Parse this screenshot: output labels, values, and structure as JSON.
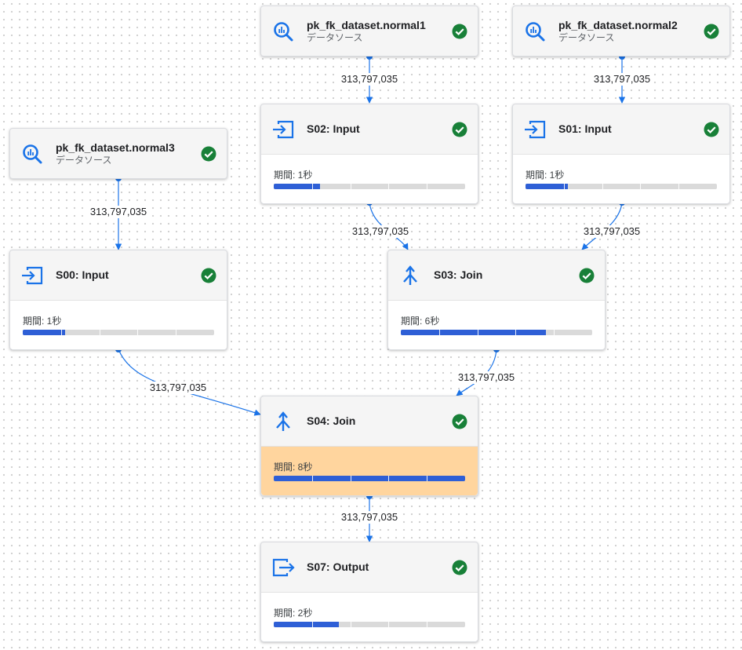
{
  "colors": {
    "edge": "#1a73e8",
    "progress": "#2e5fd6",
    "status_ok": "#188038",
    "highlight": "#ffd59e"
  },
  "nodes": {
    "src_normal1": {
      "title": "pk_fk_dataset.normal1",
      "subtitle": "データソース",
      "icon": "bigquery-icon",
      "status": "check-circle-icon"
    },
    "src_normal2": {
      "title": "pk_fk_dataset.normal2",
      "subtitle": "データソース",
      "icon": "bigquery-icon",
      "status": "check-circle-icon"
    },
    "src_normal3": {
      "title": "pk_fk_dataset.normal3",
      "subtitle": "データソース",
      "icon": "bigquery-icon",
      "status": "check-circle-icon"
    },
    "s02": {
      "title": "S02: Input",
      "duration": "期間: 1秒",
      "progress": 0.24,
      "icon": "input-icon",
      "status": "check-circle-icon"
    },
    "s01": {
      "title": "S01: Input",
      "duration": "期間: 1秒",
      "progress": 0.22,
      "icon": "input-icon",
      "status": "check-circle-icon"
    },
    "s00": {
      "title": "S00: Input",
      "duration": "期間: 1秒",
      "progress": 0.22,
      "icon": "input-icon",
      "status": "check-circle-icon"
    },
    "s03": {
      "title": "S03: Join",
      "duration": "期間: 6秒",
      "progress": 0.76,
      "icon": "join-icon",
      "status": "check-circle-icon"
    },
    "s04": {
      "title": "S04: Join",
      "duration": "期間: 8秒",
      "progress": 1.0,
      "icon": "join-icon",
      "status": "check-circle-icon",
      "highlighted": true
    },
    "s07": {
      "title": "S07: Output",
      "duration": "期間: 2秒",
      "progress": 0.34,
      "icon": "output-icon",
      "status": "check-circle-icon"
    }
  },
  "edges": {
    "normal1_to_s02": "313,797,035",
    "normal2_to_s01": "313,797,035",
    "normal3_to_s00": "313,797,035",
    "s02_to_s03": "313,797,035",
    "s01_to_s03": "313,797,035",
    "s00_to_s04": "313,797,035",
    "s03_to_s04": "313,797,035",
    "s04_to_s07": "313,797,035"
  }
}
